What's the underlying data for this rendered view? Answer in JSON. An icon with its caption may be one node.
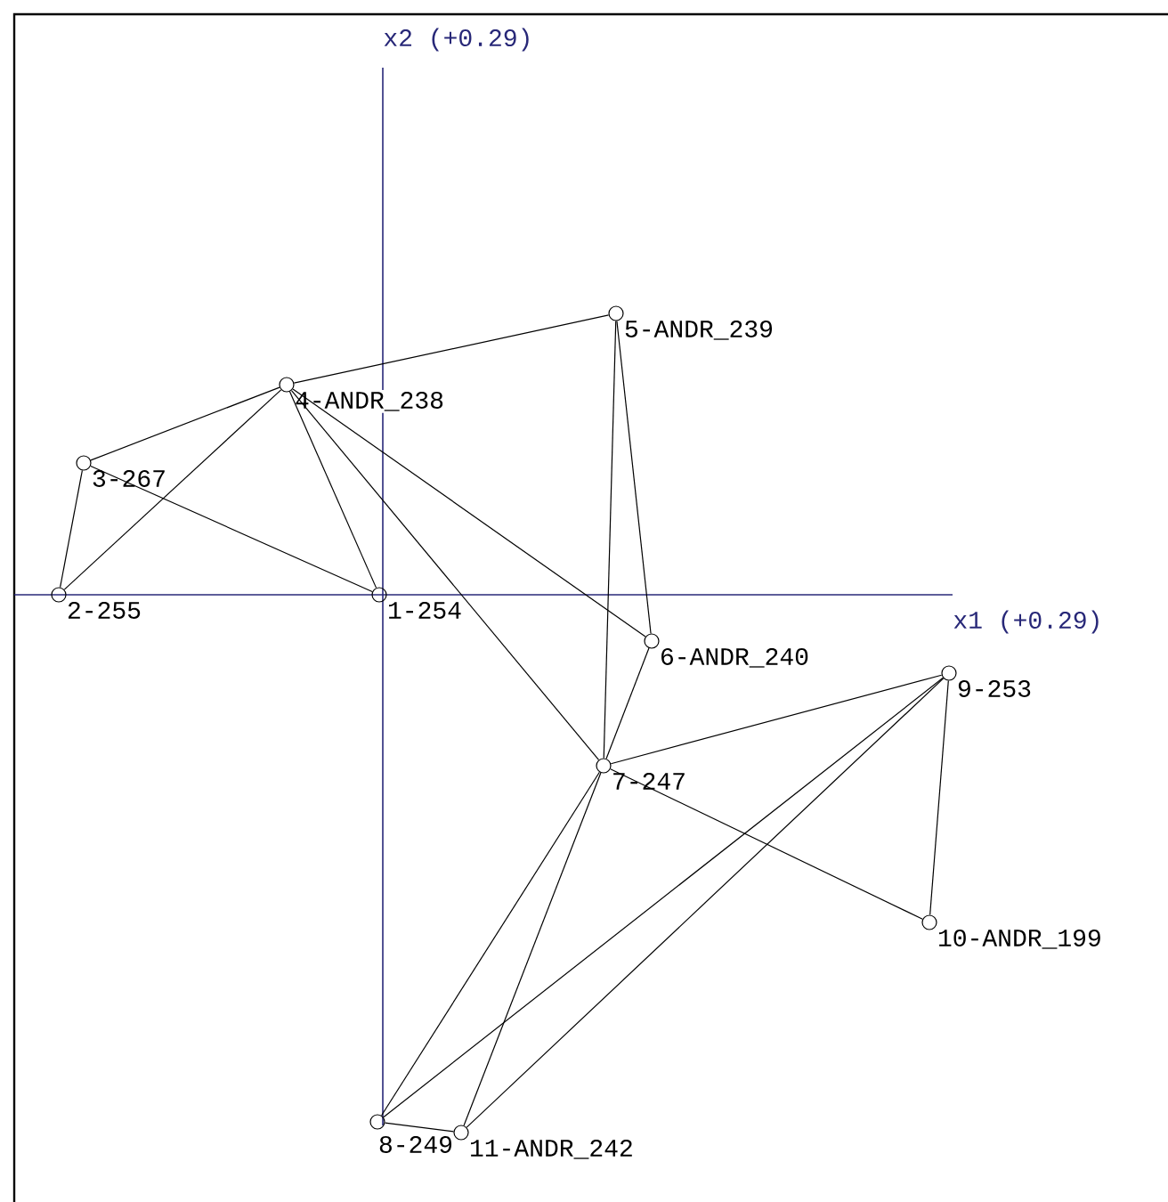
{
  "diagram": {
    "nodes": [
      {
        "text": [
          "1-254"
        ]
      },
      {
        "text": [
          "2-255"
        ]
      },
      {
        "text": [
          "3-267"
        ]
      },
      {
        "text": [
          "4-ANDR_238"
        ]
      },
      {
        "text": [
          "5-ANDR_239"
        ]
      },
      {
        "text": [
          "6-ANDR_240"
        ]
      },
      {
        "text": [
          "7-247"
        ]
      },
      {
        "text": [
          "8-249"
        ]
      },
      {
        "text": [
          "9-253"
        ]
      },
      {
        "text": [
          "10-ANDR_199"
        ]
      },
      {
        "text": [
          "11-ANDR_242"
        ]
      }
    ],
    "edges": [
      {
        "from": 2,
        "to": 3,
        "arrow": "none"
      },
      {
        "from": 3,
        "to": 4,
        "arrow": "none"
      },
      {
        "from": 2,
        "to": 1,
        "arrow": "none"
      },
      {
        "from": 1,
        "to": 3,
        "arrow": "none"
      },
      {
        "from": 2,
        "to": 0,
        "arrow": "none"
      },
      {
        "from": 3,
        "to": 0,
        "arrow": "none"
      },
      {
        "from": 3,
        "to": 6,
        "arrow": "none"
      },
      {
        "from": 3,
        "to": 5,
        "arrow": "none"
      },
      {
        "from": 4,
        "to": 5,
        "arrow": "none"
      },
      {
        "from": 4,
        "to": 6,
        "arrow": "none"
      },
      {
        "from": 5,
        "to": 6,
        "arrow": "none"
      },
      {
        "from": 6,
        "to": 8,
        "arrow": "none"
      },
      {
        "from": 6,
        "to": 9,
        "arrow": "none"
      },
      {
        "from": 8,
        "to": 9,
        "arrow": "none"
      },
      {
        "from": 6,
        "to": 7,
        "arrow": "none"
      },
      {
        "from": 6,
        "to": 10,
        "arrow": "none"
      },
      {
        "from": 7,
        "to": 8,
        "arrow": "none"
      },
      {
        "from": 10,
        "to": 8,
        "arrow": "none"
      },
      {
        "from": 7,
        "to": 10,
        "arrow": "none"
      }
    ],
    "labels": [
      "x2 (+0.29)",
      "x1 (+0.29)"
    ]
  }
}
